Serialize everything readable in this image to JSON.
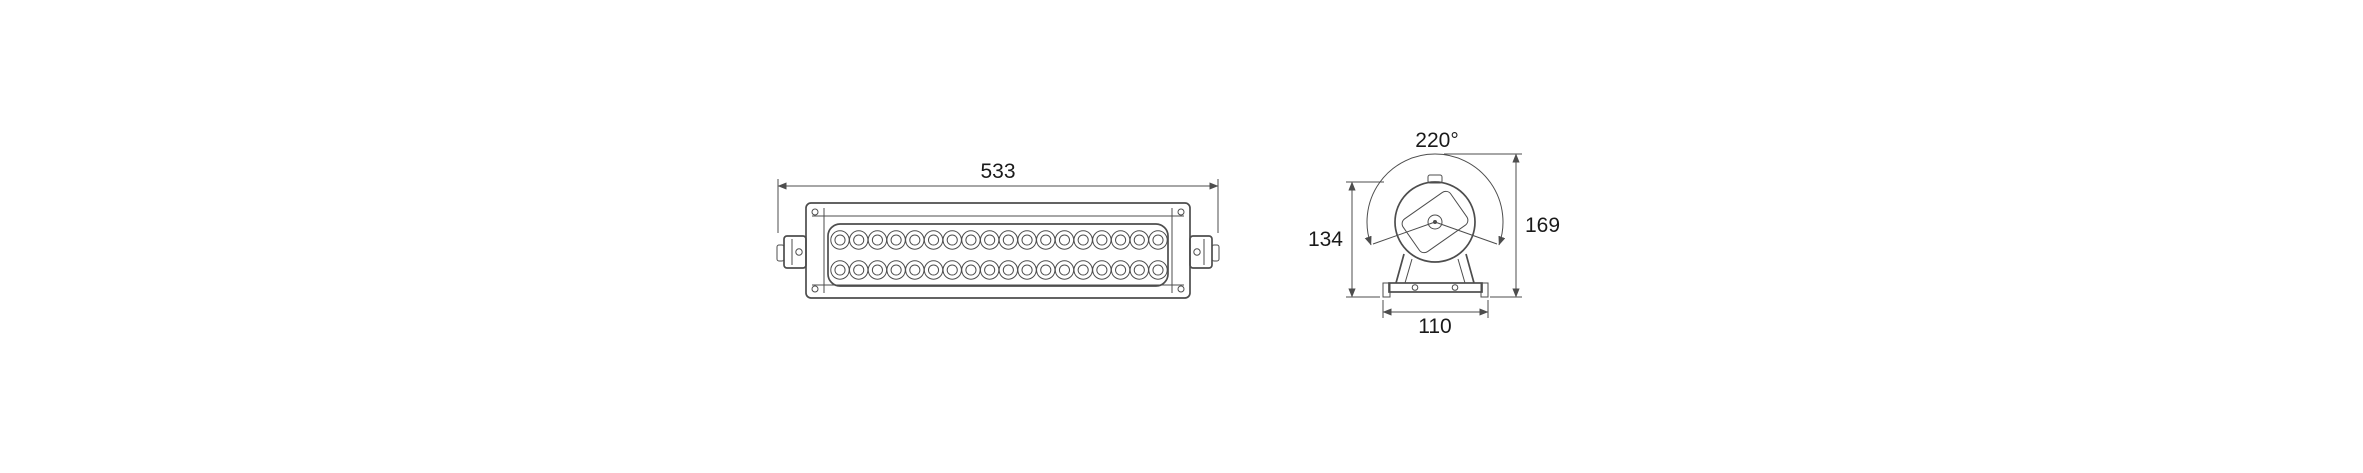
{
  "drawing": {
    "type": "technical-dimension-drawing",
    "subject": "dual-row LED light bar with mounting brackets"
  },
  "front_view": {
    "width_label": "533",
    "led_rows": 2,
    "led_columns": 18
  },
  "side_view": {
    "rotation_label": "220°",
    "height_label": "134",
    "total_height_label": "169",
    "base_width_label": "110"
  },
  "colors": {
    "line": "#4d4d4d",
    "text": "#1a1a1a",
    "background": "#ffffff"
  }
}
